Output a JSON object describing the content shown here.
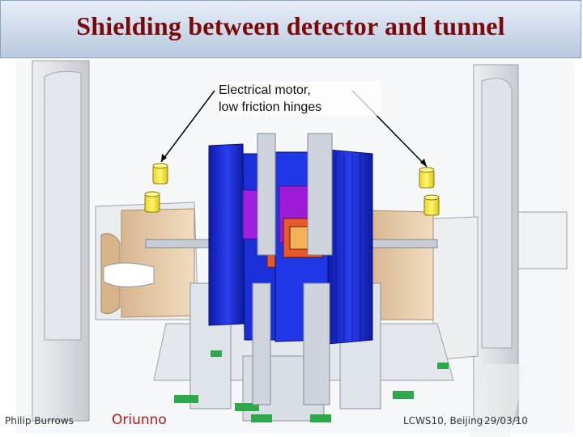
{
  "slide": {
    "title": "Shielding between detector and tunnel",
    "callout_line1": "Electrical motor,",
    "callout_line2": "low friction hinges"
  },
  "footer": {
    "author": "Philip Burrows",
    "credit": "Oriunno",
    "conference": "LCWS10, Beijing",
    "date": "29/03/10"
  },
  "colors": {
    "title": "#7a0a0a",
    "detector_blue": "#1a2fd8",
    "magenta": "#9b1bd6",
    "tunnel_grey": "#d8dbe0",
    "motor_yellow": "#f3e53a"
  }
}
